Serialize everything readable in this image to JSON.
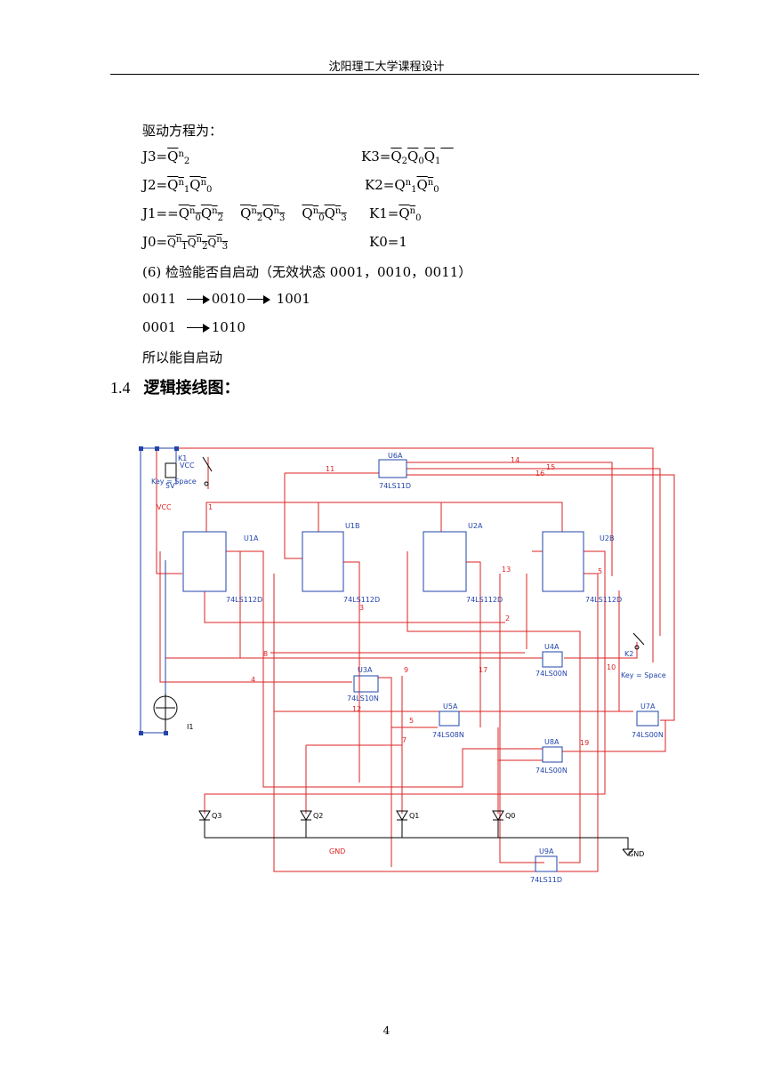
{
  "header": {
    "title": "沈阳理工大学课程设计"
  },
  "equations": {
    "intro": "驱动方程为：",
    "j3": "J3=",
    "k3": "K3=",
    "j2": "J2=",
    "k2": "K2=",
    "j1": "J1==",
    "k1": "K1=",
    "j0": "J0=",
    "k0": "K0=1"
  },
  "check": {
    "line": "(6)   检验能否自启动（无效状态 0001，0010，0011）",
    "seq1": [
      "0011",
      "0010",
      "1001"
    ],
    "seq2": [
      "0001",
      "1010"
    ],
    "conclusion": "所以能自启动"
  },
  "section": {
    "number": "1.4",
    "title": "逻辑接线图："
  },
  "schematic": {
    "labels": {
      "k1": "K1",
      "vcc": "VCC",
      "key1": "Key = Space",
      "v5": "5V",
      "vcc2": "VCC",
      "u6a": "U6A",
      "u6a_part": "74LS11D",
      "u1a": "U1A",
      "u1b": "U1B",
      "u2a": "U2A",
      "u2b": "U2B",
      "ff_part": "74LS112D",
      "u4a": "U4A",
      "u4a_part": "74LS00N",
      "u3a": "U3A",
      "u3a_part": "74LS10N",
      "u5a": "U5A",
      "u5a_part": "74LS08N",
      "u7a": "U7A",
      "u7a_part": "74LS00N",
      "u8a": "U8A",
      "u8a_part": "74LS00N",
      "u9a": "U9A",
      "u9a_part": "74LS11D",
      "k2": "K2",
      "key2": "Key = Space",
      "i1": "I1",
      "gnd": "GND",
      "gnd2": "GND",
      "q3": "Q3",
      "q2": "Q2",
      "q1": "Q1",
      "q0": "Q0"
    },
    "nets": [
      "1",
      "2",
      "3",
      "4",
      "5",
      "5",
      "7",
      "8",
      "9",
      "10",
      "11",
      "12",
      "13",
      "14",
      "15",
      "16",
      "17",
      "19"
    ]
  },
  "footer": {
    "page": "4"
  }
}
